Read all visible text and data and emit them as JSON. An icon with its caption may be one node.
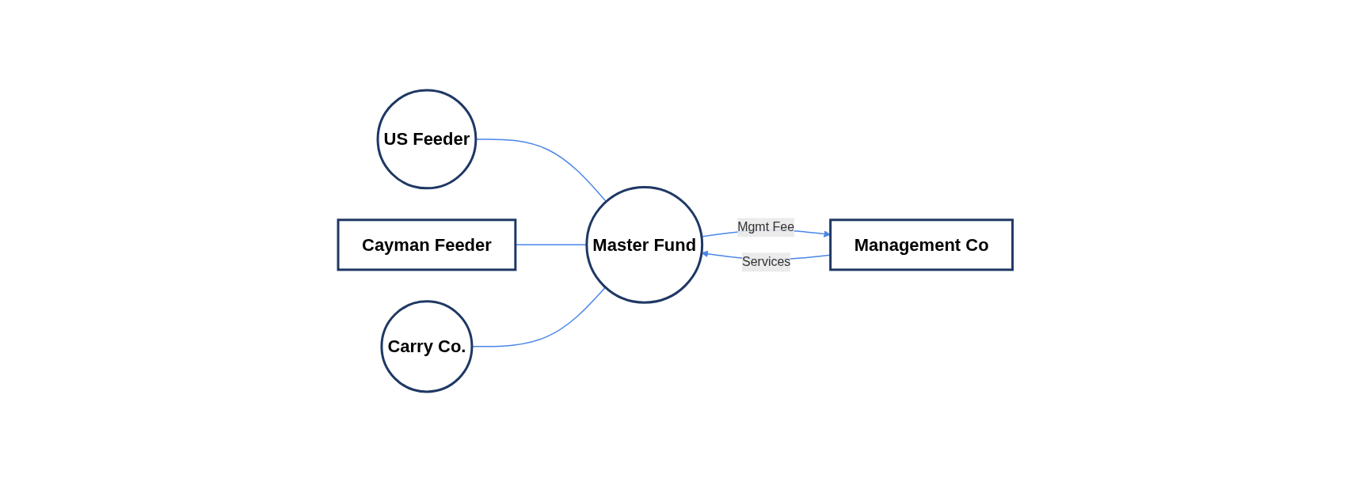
{
  "diagram": {
    "nodes": [
      {
        "text": [
          "US Feeder"
        ]
      },
      {
        "text": [
          "Cayman Feeder"
        ]
      },
      {
        "text": [
          "Carry Co."
        ]
      },
      {
        "text": [
          "Master Fund"
        ]
      },
      {
        "text": [
          "Management Co"
        ]
      }
    ],
    "edges": [
      {
        "from": 0,
        "to": 3,
        "arrow": "none"
      },
      {
        "from": 1,
        "to": 3,
        "arrow": "none"
      },
      {
        "from": 2,
        "to": 3,
        "arrow": "none"
      },
      {
        "from": 4,
        "to": 3,
        "arrow": "to",
        "label": "Services"
      },
      {
        "from": 3,
        "to": 4,
        "arrow": "to",
        "label": "Mgmt Fee"
      }
    ]
  }
}
